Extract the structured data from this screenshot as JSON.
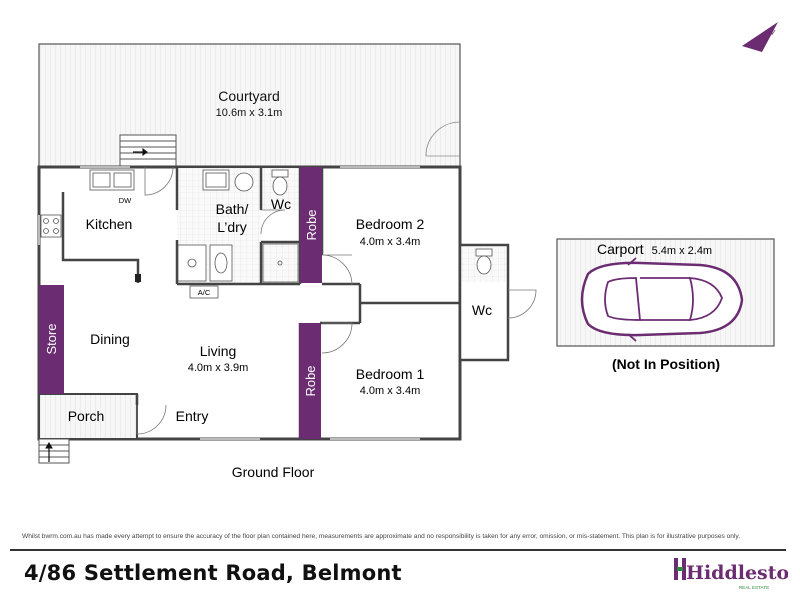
{
  "rooms": {
    "courtyard": {
      "name": "Courtyard",
      "dims": "10.6m x 3.1m"
    },
    "kitchen": {
      "name": "Kitchen",
      "dw": "DW"
    },
    "bath": {
      "line1": "Bath/",
      "line2": "L’dry",
      "ac": "A/C"
    },
    "wc_top": {
      "name": "Wc"
    },
    "bedroom2": {
      "name": "Bedroom 2",
      "dims": "4.0m x 3.4m"
    },
    "robe_top": {
      "name": "Robe"
    },
    "dining": {
      "name": "Dining"
    },
    "store": {
      "name": "Store"
    },
    "living": {
      "name": "Living",
      "dims": "4.0m x 3.9m"
    },
    "bedroom1": {
      "name": "Bedroom 1",
      "dims": "4.0m x 3.4m"
    },
    "robe_bottom": {
      "name": "Robe"
    },
    "porch": {
      "name": "Porch"
    },
    "entry": {
      "name": "Entry"
    },
    "wc_right": {
      "name": "Wc"
    }
  },
  "carport": {
    "name": "Carport",
    "dims": "5.4m x 2.4m",
    "note": "(Not In Position)"
  },
  "floor_label": "Ground Floor",
  "disclaimer": "Whilst bwrm.com.au has made every attempt to ensure the accuracy of the floor plan contained here, measurements are approximate and no responsibility is taken for any error, omission, or mis-statement. This plan is for illustrative purposes only.",
  "address": "4/86 Settlement Road, Belmont",
  "brand": {
    "name": "Hiddleston",
    "tagline": "REAL ESTATE"
  },
  "colors": {
    "robe": "#6b2c72",
    "wall": "#444444",
    "brand_purple": "#6b2c72",
    "brand_green": "#2e8b3d"
  }
}
